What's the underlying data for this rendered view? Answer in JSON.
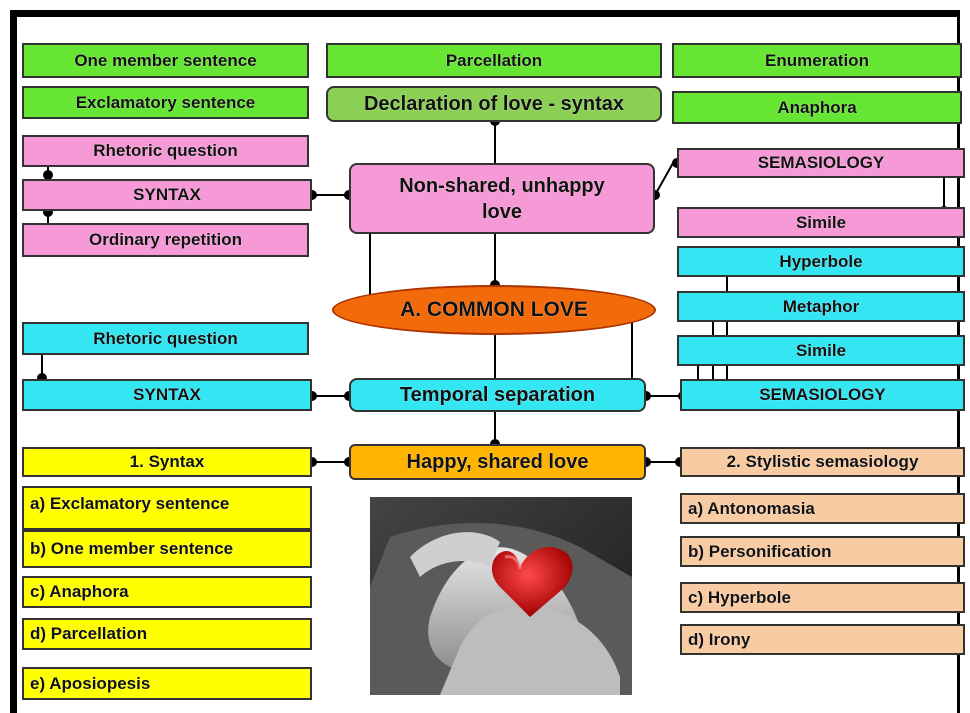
{
  "diagram": {
    "title": "Declaration of love - syntax",
    "top_left_1": "One member sentence",
    "top_left_2": "Exclamatory sentence",
    "top_center": "Parcellation",
    "top_right_1": "Enumeration",
    "top_right_2": "Anaphora",
    "central_node": "A. COMMON LOVE",
    "nonshared": {
      "center": "Non-shared, unhappy love",
      "left": [
        "Rhetoric question",
        "SYNTAX",
        "Ordinary repetition"
      ],
      "right": [
        "SEMASIOLOGY",
        "Simile"
      ]
    },
    "temporal": {
      "center": "Temporal separation",
      "left": [
        "Rhetoric question",
        "SYNTAX"
      ],
      "right": [
        "Hyperbole",
        "Metaphor",
        "Simile",
        "SEMASIOLOGY"
      ]
    },
    "happy": {
      "center": "Happy, shared love",
      "left_header": "1. Syntax",
      "left_items": [
        "a) Exclamatory sentence",
        "b) One member sentence",
        "c) Anaphora",
        "d) Parcellation",
        "e) Aposiopesis"
      ],
      "right_header": "2. Stylistic semasiology",
      "right_items": [
        "a) Antonomasia",
        "b) Personification",
        "c) Hyperbole",
        "d) Irony"
      ]
    }
  },
  "colors": {
    "green": "#66e633",
    "pink": "#f59ad6",
    "cyan": "#33e6f2",
    "yellow": "#ffff00",
    "peach": "#f9cba3",
    "orange": "#f26a0a",
    "gold": "#ffb400"
  }
}
